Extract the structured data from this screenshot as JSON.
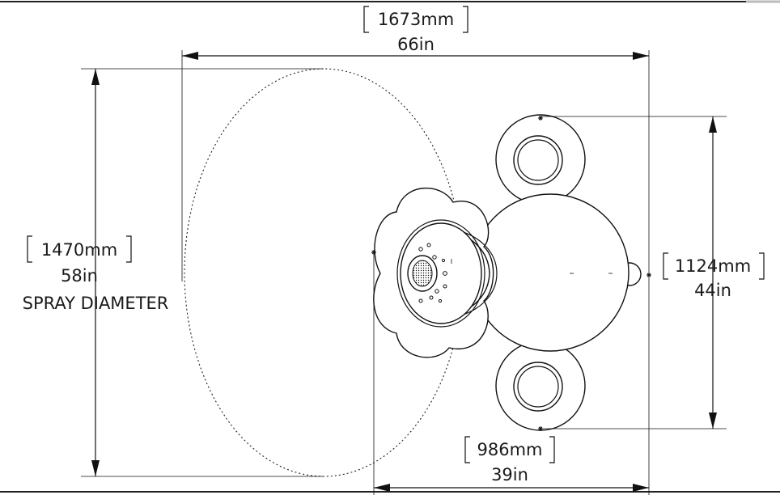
{
  "dimensions": {
    "overall_width": {
      "metric": "1673mm",
      "imperial": "66in"
    },
    "spray": {
      "metric": "1470mm",
      "imperial": "58in",
      "label": "SPRAY DIAMETER"
    },
    "height": {
      "metric": "1124mm",
      "imperial": "44in"
    },
    "depth": {
      "metric": "986mm",
      "imperial": "39in"
    }
  }
}
